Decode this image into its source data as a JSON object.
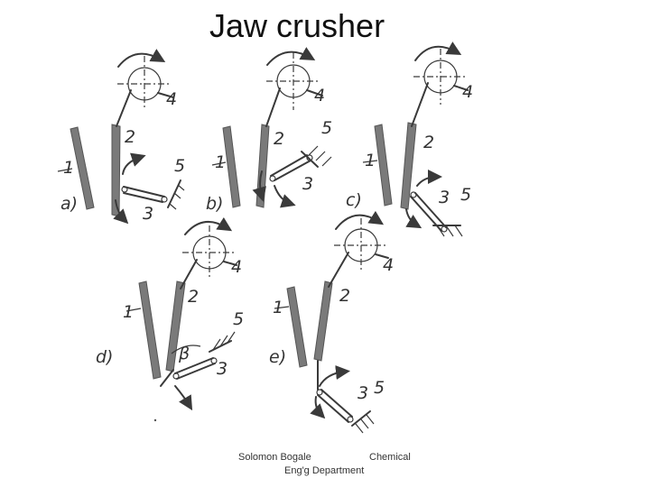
{
  "title": "Jaw crusher",
  "footer": {
    "line1_left": "Solomon Bogale",
    "line1_right": "Chemical",
    "line2": "Eng'g Department"
  },
  "diagrams": [
    {
      "letter": "a)",
      "n1": "1",
      "n2": "2",
      "n3": "3",
      "n4": "4",
      "n5": "5"
    },
    {
      "letter": "b)",
      "n1": "1",
      "n2": "2",
      "n3": "3",
      "n4": "4",
      "n5": "5"
    },
    {
      "letter": "c)",
      "n1": "1",
      "n2": "2",
      "n3": "3",
      "n4": "4",
      "n5": "5"
    },
    {
      "letter": "d)",
      "n1": "1",
      "n2": "2",
      "n3": "3",
      "n4": "4",
      "n5": "5",
      "angle": "β"
    },
    {
      "letter": "e)",
      "n1": "1",
      "n2": "2",
      "n3": "3",
      "n4": "4",
      "n5": "5"
    }
  ]
}
